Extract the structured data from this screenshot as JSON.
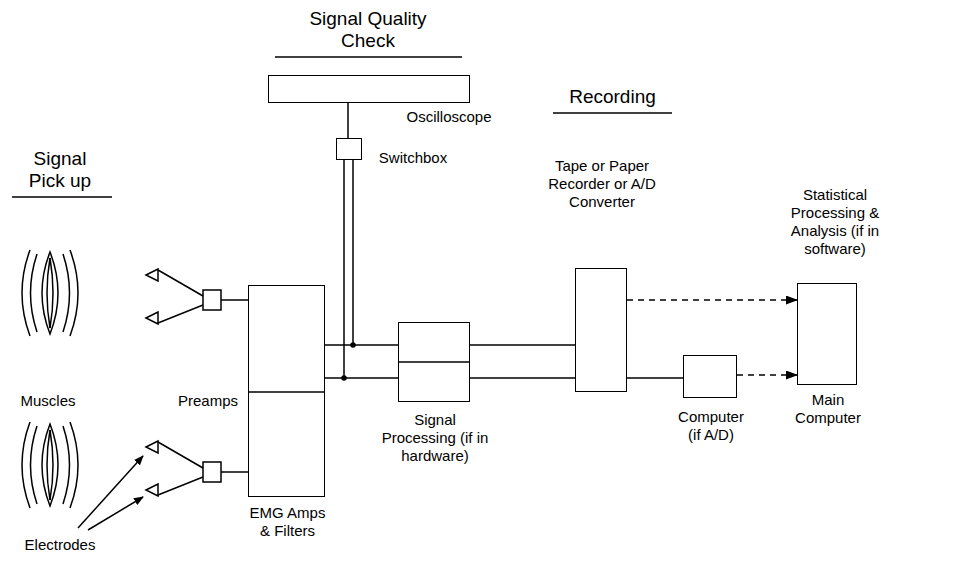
{
  "diagram": {
    "nodes": [
      {
        "text": [
          "Oscilloscope"
        ]
      },
      {
        "text": [
          "Switchbox"
        ]
      },
      {
        "text": [
          "EMG Amps & Filters"
        ]
      },
      {
        "text": [
          "Signal Processing (if in hardware)"
        ]
      },
      {
        "text": [
          "Tape or Paper Recorder or A/D Converter"
        ]
      },
      {
        "text": [
          "Computer (if A/D)"
        ]
      },
      {
        "text": [
          "Statistical Processing & Analysis (if in software)",
          "Main Computer"
        ]
      }
    ],
    "edges": [
      {
        "from": 0,
        "to": 1,
        "arrow": "none"
      },
      {
        "from": 2,
        "to": 3,
        "arrow": "none"
      },
      {
        "from": 2,
        "to": 3,
        "arrow": "none"
      },
      {
        "from": 3,
        "to": 4,
        "arrow": "none"
      },
      {
        "from": 3,
        "to": 4,
        "arrow": "none"
      },
      {
        "from": 4,
        "to": 5,
        "arrow": "none"
      },
      {
        "from": 4,
        "to": 6,
        "arrow": "to"
      },
      {
        "from": 5,
        "to": 6,
        "arrow": "to"
      }
    ],
    "labels": [
      "Signal Quality Check",
      "Signal Pick up",
      "Recording",
      "Muscles",
      "Preamps",
      "Electrodes"
    ]
  }
}
